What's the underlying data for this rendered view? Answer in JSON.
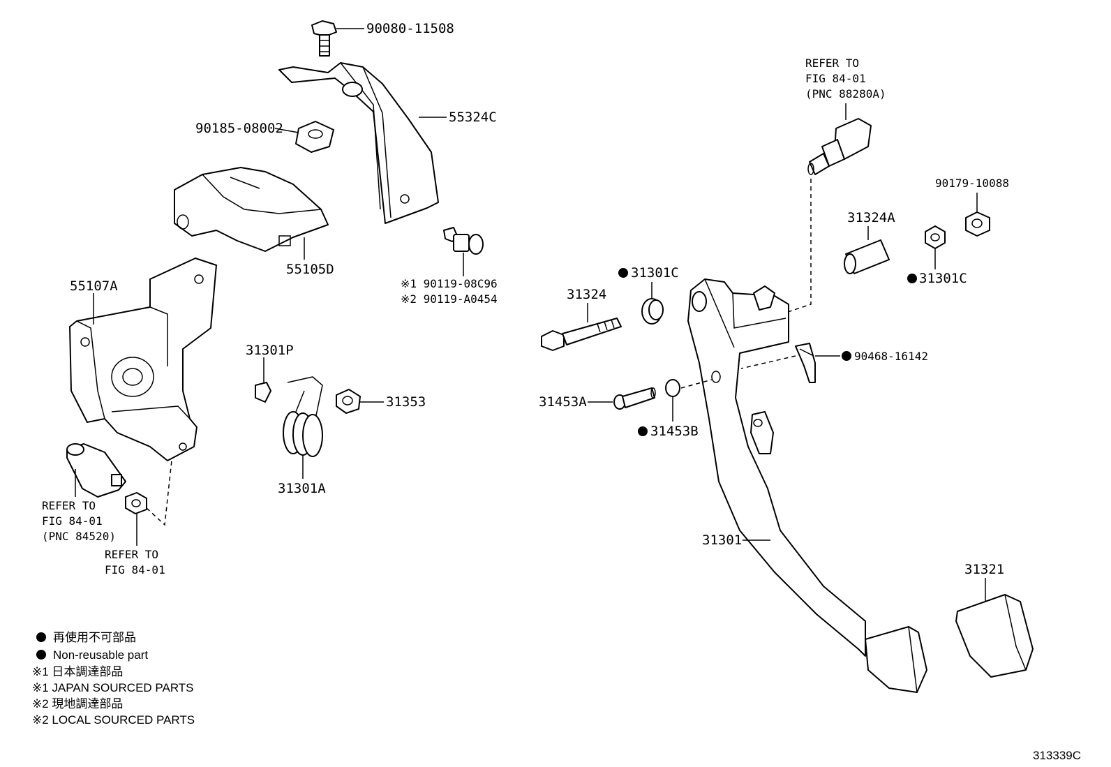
{
  "labels": {
    "p90080": "90080-11508",
    "p55324c": "55324C",
    "p90185": "90185-08002",
    "p55105d": "55105D",
    "p90119_1": "※1 90119-08C96",
    "p90119_2": "※2 90119-A0454",
    "p55107a": "55107A",
    "p31301p": "31301P",
    "p31353": "31353",
    "p31301a": "31301A",
    "ref1_l1": "REFER TO",
    "ref1_l2": "FIG 84-01",
    "ref1_l3": "(PNC 84520)",
    "ref2_l1": "REFER TO",
    "ref2_l2": "FIG 84-01",
    "ref3_l1": "REFER TO",
    "ref3_l2": "FIG 84-01",
    "ref3_l3": "(PNC 88280A)",
    "p90179": "90179-10088",
    "p31324a": "31324A",
    "p31301c_r": "31301C",
    "p31301c_l": "31301C",
    "p31324": "31324",
    "p90468": "90468-16142",
    "p31453a": "31453A",
    "p31453b": "31453B",
    "p31301": "31301",
    "p31321": "31321"
  },
  "legend": {
    "l1": "再使用不可部品",
    "l2": "Non-reusable part",
    "l3": "※1 日本調達部品",
    "l4": "※1 JAPAN SOURCED PARTS",
    "l5": "※2 現地調達部品",
    "l6": "※2 LOCAL SOURCED PARTS"
  },
  "figure_id": "313339C"
}
